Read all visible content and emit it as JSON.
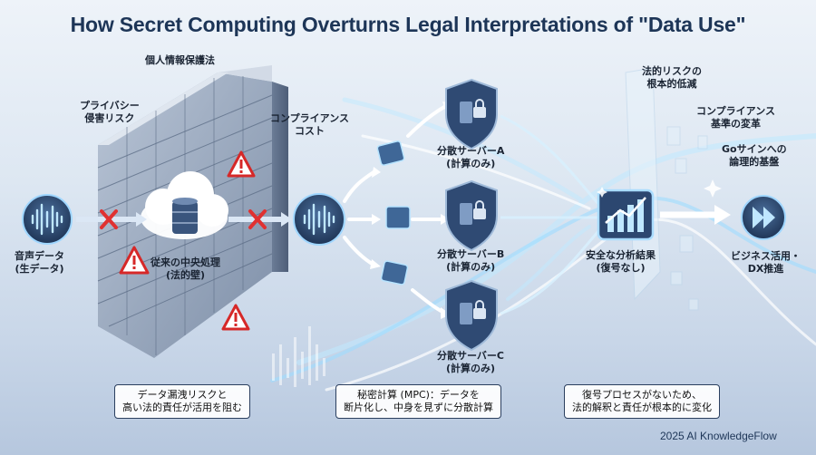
{
  "title": "How Secret Computing Overturns Legal Interpretations of \"Data Use\"",
  "labels": {
    "privacy_law": "個人情報保護法",
    "privacy_risk_1": "プライバシー",
    "privacy_risk_2": "侵害リスク",
    "compliance_cost_1": "コンプライアンス",
    "compliance_cost_2": "コスト",
    "voice_data_1": "音声データ",
    "voice_data_2": "(生データ)",
    "central_1": "従来の中央処理",
    "central_2": "(法的壁)",
    "server_a_1": "分散サーバーA",
    "server_a_2": "(計算のみ)",
    "server_b_1": "分散サーバーB",
    "server_b_2": "(計算のみ)",
    "server_c_1": "分散サーバーC",
    "server_c_2": "(計算のみ)",
    "legal_risk_1": "法的リスクの",
    "legal_risk_2": "根本的低減",
    "compliance_change_1": "コンプライアンス",
    "compliance_change_2": "基準の変革",
    "go_sign_1": "Goサインへの",
    "go_sign_2": "論理的基盤",
    "result_1": "安全な分析結果",
    "result_2": "(復号なし)",
    "business_1": "ビジネス活用・",
    "business_2": "DX推進"
  },
  "boxes": {
    "leak_1": "データ漏洩リスクと",
    "leak_2": "高い法的責任が活用を阻む",
    "mpc_1": "秘密計算 (MPC)：データを",
    "mpc_2": "断片化し、中身を見ずに分散計算",
    "decrypt_1": "復号プロセスがないため、",
    "decrypt_2": "法的解釈と責任が根本的に変化"
  },
  "footer": "2025 AI KnowledgeFlow",
  "colors": {
    "accent": "#1d3557",
    "wall": "#8a9cb6",
    "warning": "#d62828",
    "shield": "#34507a",
    "flow": "#7fd3ff"
  }
}
